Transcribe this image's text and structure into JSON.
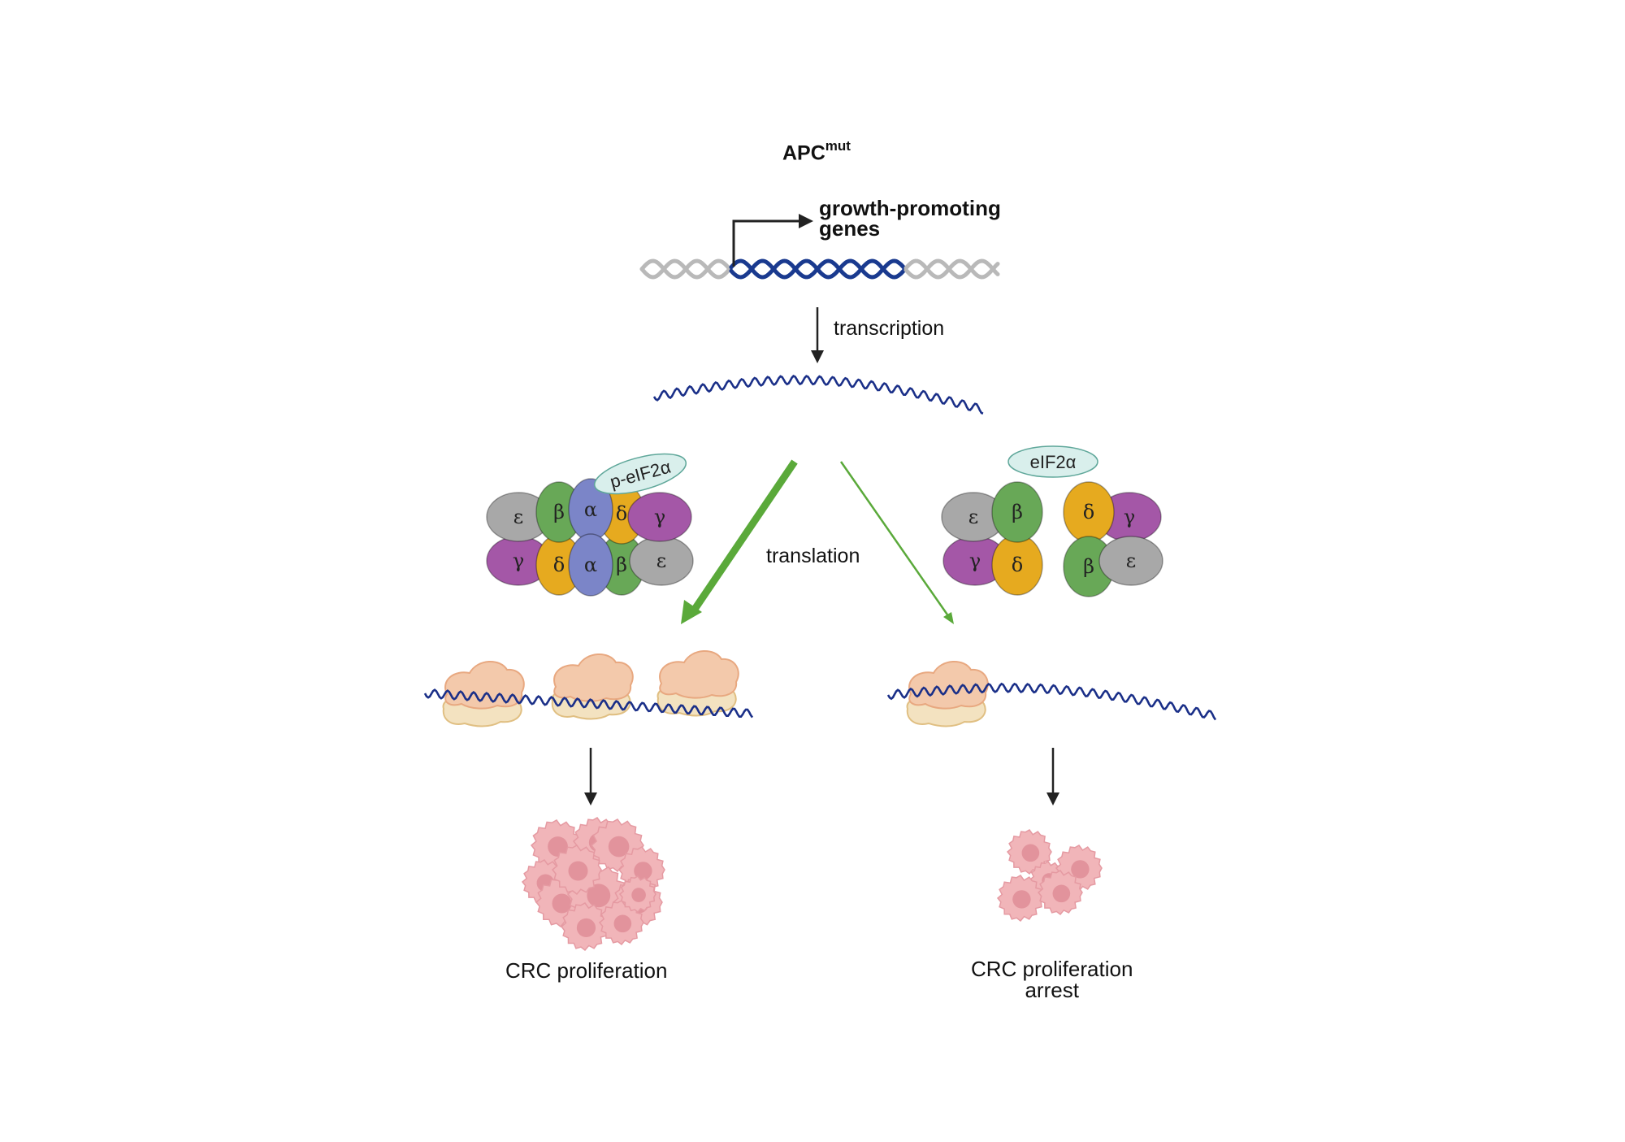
{
  "title": {
    "main": "APC",
    "superscript": "mut"
  },
  "gene": {
    "label_line1": "growth-promoting",
    "label_line2": "genes"
  },
  "steps": {
    "transcription": "transcription",
    "translation": "translation"
  },
  "left_complex": {
    "phospho_label": "p-eIF2α",
    "subunits_top": [
      "ε",
      "β",
      "α",
      "δ",
      "γ"
    ],
    "subunits_bottom": [
      "γ",
      "δ",
      "α",
      "β",
      "ε"
    ]
  },
  "right_complex": {
    "label": "eIF2α",
    "subunits_top": [
      "ε",
      "β",
      "δ",
      "γ"
    ],
    "subunits_bottom": [
      "γ",
      "δ",
      "β",
      "ε"
    ]
  },
  "outcomes": {
    "left": "CRC proliferation",
    "right_line1": "CRC proliferation",
    "right_line2": "arrest"
  },
  "colors": {
    "dna_active": "#1a3a8f",
    "dna_inactive": "#b9b9b9",
    "mrna": "#1a2f88",
    "arrow_green": "#5aa93a",
    "alpha": "#7b85c8",
    "beta": "#68a857",
    "gamma": "#a457a7",
    "delta": "#e6aa1f",
    "epsilon": "#a8a8a8",
    "eif2_label_bg": "#d9efec",
    "ribosome_large": "#f3c9ab",
    "ribosome_small": "#f3e2c0",
    "cell": "#f1b5b9",
    "cell_nucleus": "#df8d96"
  },
  "icons": [
    "dna-helix",
    "promoter-arrow",
    "mrna-strand",
    "ribosome",
    "eif2-complex",
    "cancer-cell-cluster"
  ]
}
